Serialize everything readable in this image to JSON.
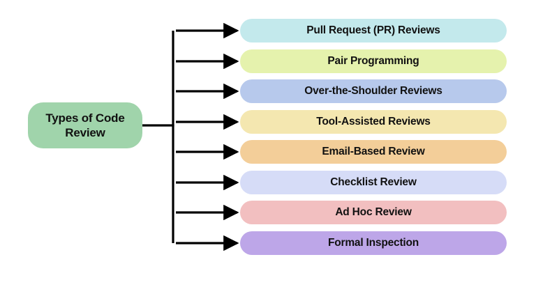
{
  "diagram": {
    "title": "Types of Code Review",
    "type": "mind-map",
    "background_color": "#ffffff",
    "connector_color": "#000000",
    "text_color": "#111111",
    "root": {
      "label": "Types of Code Review",
      "color": "#a0d4ab"
    },
    "branches": [
      {
        "label": "Pull Request (PR) Reviews",
        "color": "#c3e9ec"
      },
      {
        "label": "Pair Programming",
        "color": "#e5f2ad"
      },
      {
        "label": "Over-the-Shoulder Reviews",
        "color": "#b7c9ec"
      },
      {
        "label": "Tool-Assisted Reviews",
        "color": "#f4e7b0"
      },
      {
        "label": "Email-Based Review",
        "color": "#f3ce99"
      },
      {
        "label": "Checklist Review",
        "color": "#d6dcf7"
      },
      {
        "label": "Ad Hoc Review",
        "color": "#f2bfc0"
      },
      {
        "label": "Formal Inspection",
        "color": "#bda6e8"
      }
    ]
  }
}
